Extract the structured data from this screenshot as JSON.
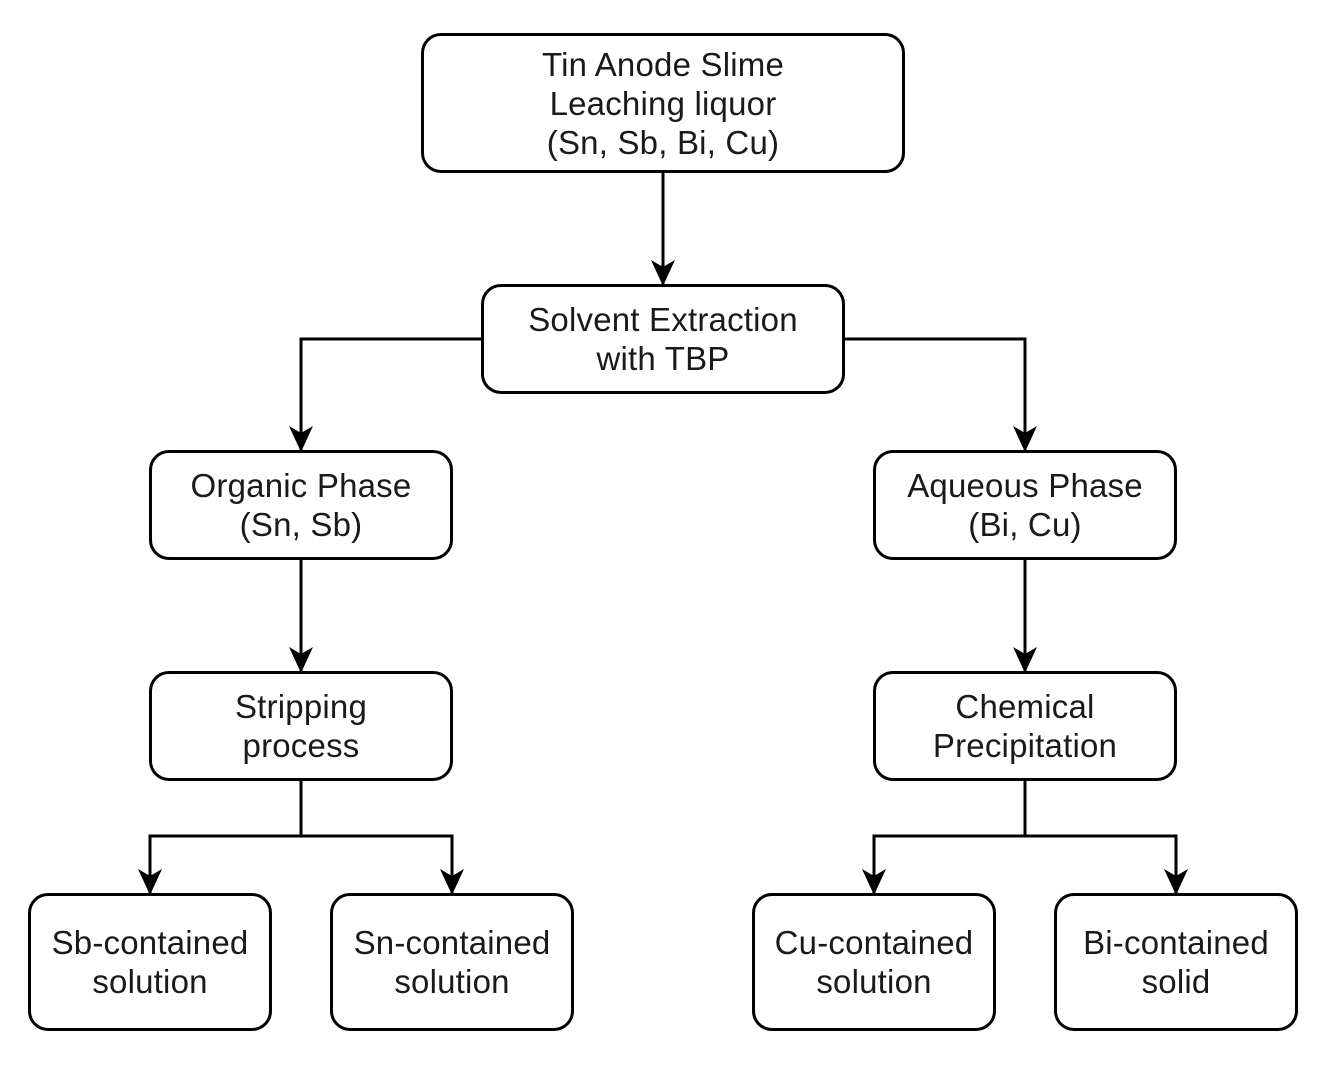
{
  "nodes": {
    "leach": {
      "lines": [
        "Tin Anode Slime",
        "Leaching liquor",
        "(Sn, Sb, Bi, Cu)"
      ]
    },
    "se": {
      "lines": [
        "Solvent Extraction",
        "with TBP"
      ]
    },
    "org": {
      "lines": [
        "Organic Phase",
        "(Sn, Sb)"
      ]
    },
    "aq": {
      "lines": [
        "Aqueous Phase",
        "(Bi, Cu)"
      ]
    },
    "strip": {
      "lines": [
        "Stripping",
        "process"
      ]
    },
    "chem": {
      "lines": [
        "Chemical",
        "Precipitation"
      ]
    },
    "sb": {
      "lines": [
        "Sb-contained",
        "solution"
      ]
    },
    "sn": {
      "lines": [
        "Sn-contained",
        "solution"
      ]
    },
    "cu": {
      "lines": [
        "Cu-contained",
        "solution"
      ]
    },
    "bi": {
      "lines": [
        "Bi-contained",
        "solid"
      ]
    }
  },
  "edges": [
    {
      "from": "leach",
      "to": "se"
    },
    {
      "from": "se",
      "to": "org"
    },
    {
      "from": "se",
      "to": "aq"
    },
    {
      "from": "org",
      "to": "strip"
    },
    {
      "from": "aq",
      "to": "chem"
    },
    {
      "from": "strip",
      "to": "sb"
    },
    {
      "from": "strip",
      "to": "sn"
    },
    {
      "from": "chem",
      "to": "cu"
    },
    {
      "from": "chem",
      "to": "bi"
    }
  ],
  "colors": {
    "stroke": "#000000",
    "text": "#1a1a1a",
    "background": "#ffffff"
  }
}
